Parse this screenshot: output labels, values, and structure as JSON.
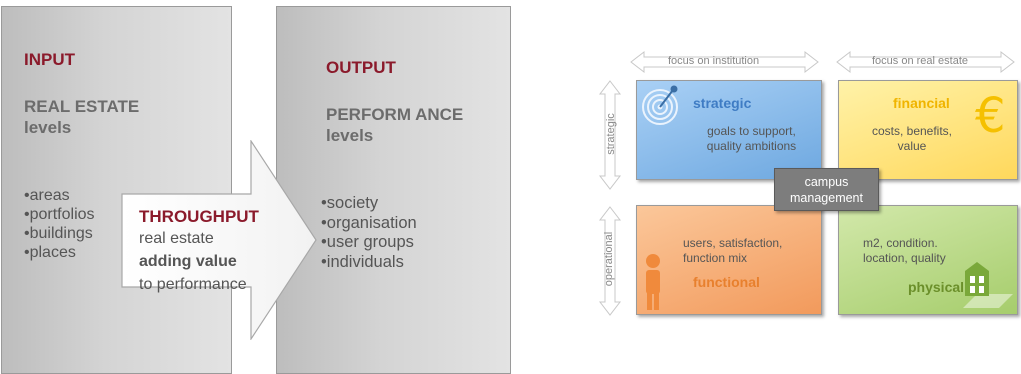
{
  "left": {
    "input": {
      "heading": "INPUT",
      "sub_line1": "REAL ESTATE",
      "sub_line2": "levels",
      "items": [
        "•areas",
        "•portfolios",
        "•buildings",
        "•places"
      ]
    },
    "output": {
      "heading": "OUTPUT",
      "sub_line1": "PERFORM ANCE",
      "sub_line2": "levels",
      "items": [
        "•society",
        "•organisation",
        "•user groups",
        "•individuals"
      ]
    },
    "throughput": {
      "heading": "THROUGHPUT",
      "line1": "real estate",
      "line2": "adding value",
      "line3": "to performance"
    }
  },
  "right": {
    "focus_institution": "focus on institution",
    "focus_real_estate": "focus on real estate",
    "axis_strategic": "strategic",
    "axis_operational": "operational",
    "strategic": {
      "title": "strategic",
      "text_line1": "goals to support,",
      "text_line2": "quality ambitions"
    },
    "financial": {
      "title": "financial",
      "text_line1": "costs, benefits,",
      "text_line2": "value",
      "symbol": "€"
    },
    "functional": {
      "title": "functional",
      "text_line1": "users, satisfaction,",
      "text_line2": "function mix"
    },
    "physical": {
      "title": "physical",
      "text_line1": "m2, condition.",
      "text_line2": "location, quality"
    },
    "center_line1": "campus",
    "center_line2": "management"
  },
  "colors": {
    "accent_red": "#8b1a2b",
    "strategic_blue": "#7fb3e6",
    "financial_yellow": "#ffe27a",
    "functional_orange": "#f7b27a",
    "physical_green": "#bcd98a",
    "campus_grey": "#7d7d7d"
  }
}
